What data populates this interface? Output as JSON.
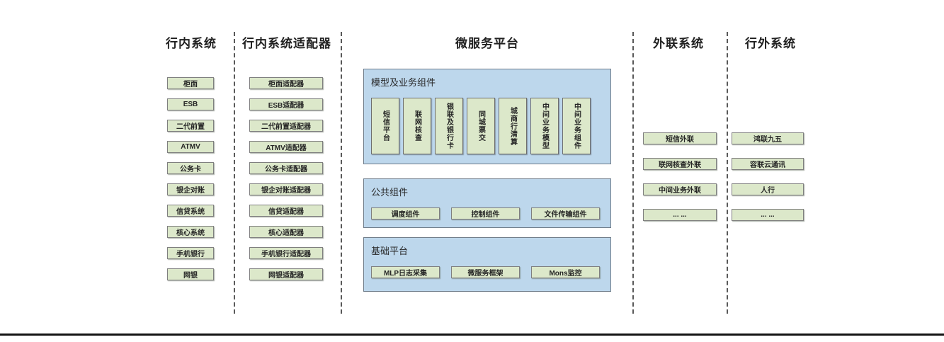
{
  "colors": {
    "panel_blue": "#bdd7ec",
    "box_green": "#dce8ca",
    "box_border": "#7f7f7f",
    "separator": "#595959",
    "bottom_line": "#141414"
  },
  "columns": [
    {
      "title": "行内系统",
      "items": [
        "柜面",
        "ESB",
        "二代前置",
        "ATMV",
        "公务卡",
        "银企对账",
        "信贷系统",
        "核心系统",
        "手机银行",
        "网银"
      ]
    },
    {
      "title": "行内系统适配器",
      "items": [
        "柜面适配器",
        "ESB适配器",
        "二代前置适配器",
        "ATMV适配器",
        "公务卡适配器",
        "银企对账适配器",
        "信贷适配器",
        "核心适配器",
        "手机银行适配器",
        "网银适配器"
      ]
    },
    {
      "title": "外联系统",
      "items": [
        "短信外联",
        "联网核查外联",
        "中间业务外联",
        "... ..."
      ]
    },
    {
      "title": "行外系统",
      "items": [
        "鸿联九五",
        "容联云通讯",
        "人行",
        "... ..."
      ]
    }
  ],
  "platform": {
    "title": "微服务平台",
    "panels": [
      {
        "label": "模型及业务组件",
        "items": [
          "短信平台",
          "联网核查",
          "银联及银行卡",
          "同城票交",
          "城商行清算",
          "中间业务模型",
          "中间业务组件"
        ]
      },
      {
        "label": "公共组件",
        "items": [
          "调度组件",
          "控制组件",
          "文件传输组件"
        ]
      },
      {
        "label": "基础平台",
        "items": [
          "MLP日志采集",
          "微服务框架",
          "Mons监控"
        ]
      }
    ]
  }
}
